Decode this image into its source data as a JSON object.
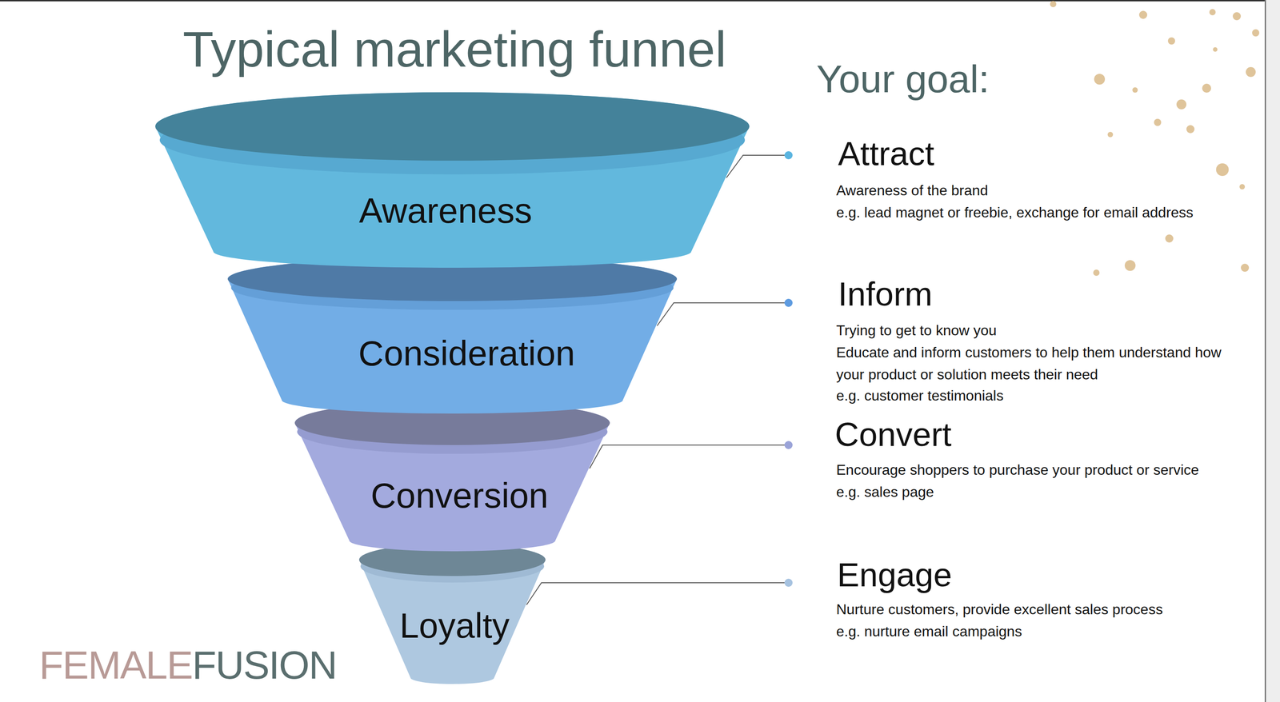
{
  "diagram": {
    "title": "Typical marketing funnel",
    "nodes": [
      {
        "text": [
          "Awareness"
        ]
      },
      {
        "text": [
          "Consideration"
        ]
      },
      {
        "text": [
          "Conversion"
        ]
      },
      {
        "text": [
          "Loyalty"
        ]
      }
    ],
    "labels": [
      "Your goal:",
      "Attract",
      "Awareness of the brand",
      "e.g. lead magnet or freebie, exchange for email address",
      "Inform",
      "Trying to get to know you",
      "Educate and inform customers to help them understand how your product or solution meets their need",
      "e.g. customer testimonials",
      "Convert",
      "Encourage shoppers to purchase your product or service",
      "e.g. sales page",
      "Engage",
      "Nurture customers, provide excellent sales process",
      "e.g. nurture email campaigns",
      "FEMALE",
      "FUSION"
    ]
  }
}
